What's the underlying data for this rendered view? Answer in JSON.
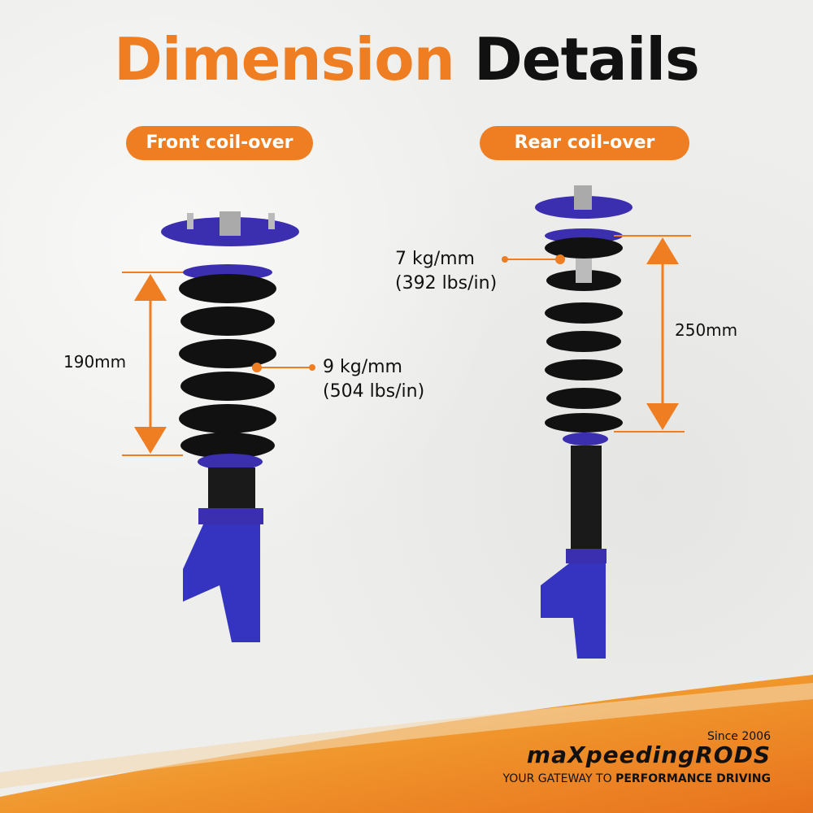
{
  "title": {
    "part1": "Dimension",
    "part2": "Details",
    "accent_color": "#ef7d22"
  },
  "front": {
    "label": "Front coil-over",
    "length": "190mm",
    "spring_rate": "9 kg/mm",
    "spring_rate_imperial": "(504 lbs/in)"
  },
  "rear": {
    "label": "Rear coil-over",
    "length": "250mm",
    "spring_rate": "7 kg/mm",
    "spring_rate_imperial": "(392 lbs/in)"
  },
  "brand": {
    "since": "Since 2006",
    "name": "maXpeedingRODS",
    "tagline_light": "YOUR GATEWAY TO ",
    "tagline_bold": "PERFORMANCE DRIVING"
  }
}
